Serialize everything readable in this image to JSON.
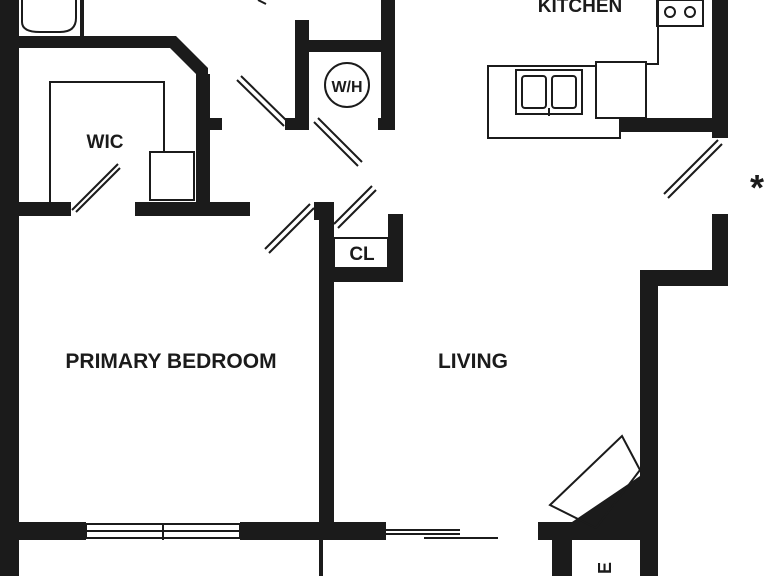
{
  "floorplan": {
    "rooms": {
      "kitchen": "KITCHEN",
      "wic": "WIC",
      "wh": "W/H",
      "cl": "CL",
      "primary_bedroom": "PRIMARY BEDROOM",
      "living": "LIVING",
      "e_partial": "E"
    },
    "marker": "*"
  },
  "colors": {
    "wall": "#1b1b1b",
    "background": "#ffffff"
  }
}
